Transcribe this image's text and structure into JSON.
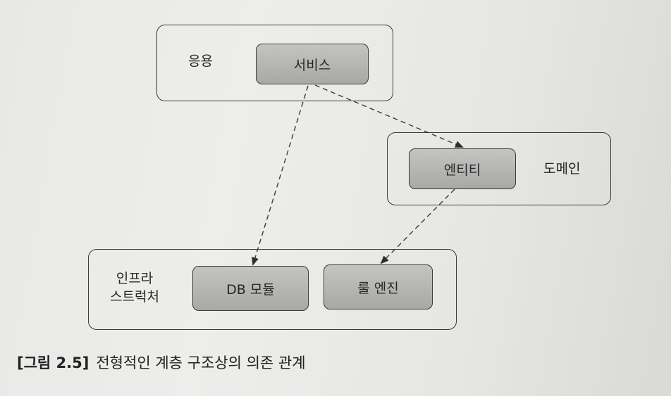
{
  "diagram": {
    "layers": {
      "application": {
        "label": "응용"
      },
      "domain": {
        "label": "도메인"
      },
      "infrastructure": {
        "label_line1": "인프라",
        "label_line2": "스트럭처"
      }
    },
    "modules": {
      "service": "서비스",
      "entity": "엔티티",
      "db_module": "DB 모듈",
      "rule_engine": "룰 엔진"
    },
    "dependencies": [
      {
        "from": "service",
        "to": "entity",
        "style": "dashed"
      },
      {
        "from": "service",
        "to": "db_module",
        "style": "dashed"
      },
      {
        "from": "entity",
        "to": "rule_engine",
        "style": "dashed"
      }
    ]
  },
  "caption": {
    "figure_number": "[그림 2.5]",
    "text": "전형적인 계층 구조상의 의존 관계"
  },
  "colors": {
    "module_fill": "#b4b4b2",
    "line": "#3a3a3a",
    "background": "#e8e8e6"
  }
}
